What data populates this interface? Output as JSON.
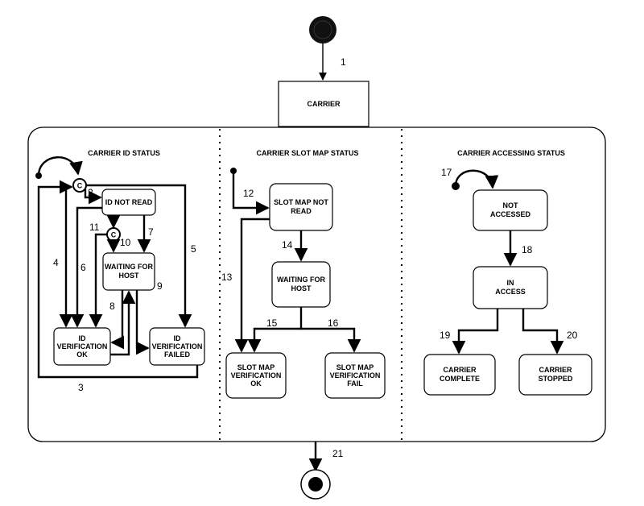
{
  "top_state": "CARRIER",
  "regions": [
    {
      "title": "CARRIER ID STATUS"
    },
    {
      "title": "CARRIER SLOT MAP STATUS"
    },
    {
      "title": "CARRIER ACCESSING STATUS"
    }
  ],
  "states": {
    "id_not_read": [
      "ID NOT READ"
    ],
    "id_waiting": [
      "WAITING FOR",
      "HOST"
    ],
    "id_ok": [
      "ID",
      "VERIFICATION",
      "OK"
    ],
    "id_failed": [
      "ID",
      "VERIFICATION",
      "FAILED"
    ],
    "sm_not_read": [
      "SLOT MAP NOT",
      "READ"
    ],
    "sm_waiting": [
      "WAITING FOR",
      "HOST"
    ],
    "sm_ok": [
      "SLOT MAP",
      "VERIFICATION",
      "OK"
    ],
    "sm_fail": [
      "SLOT MAP",
      "VERIFICATION",
      "FAIL"
    ],
    "not_accessed": [
      "NOT",
      "ACCESSED"
    ],
    "in_access": [
      "IN",
      "ACCESS"
    ],
    "carrier_complete": [
      "CARRIER",
      "COMPLETE"
    ],
    "carrier_stopped": [
      "CARRIER",
      "STOPPED"
    ]
  },
  "conditional_label": "C",
  "transitions": [
    "1",
    "2",
    "3",
    "4",
    "5",
    "6",
    "7",
    "8",
    "9",
    "10",
    "11",
    "12",
    "13",
    "14",
    "15",
    "16",
    "17",
    "18",
    "19",
    "20",
    "21"
  ]
}
